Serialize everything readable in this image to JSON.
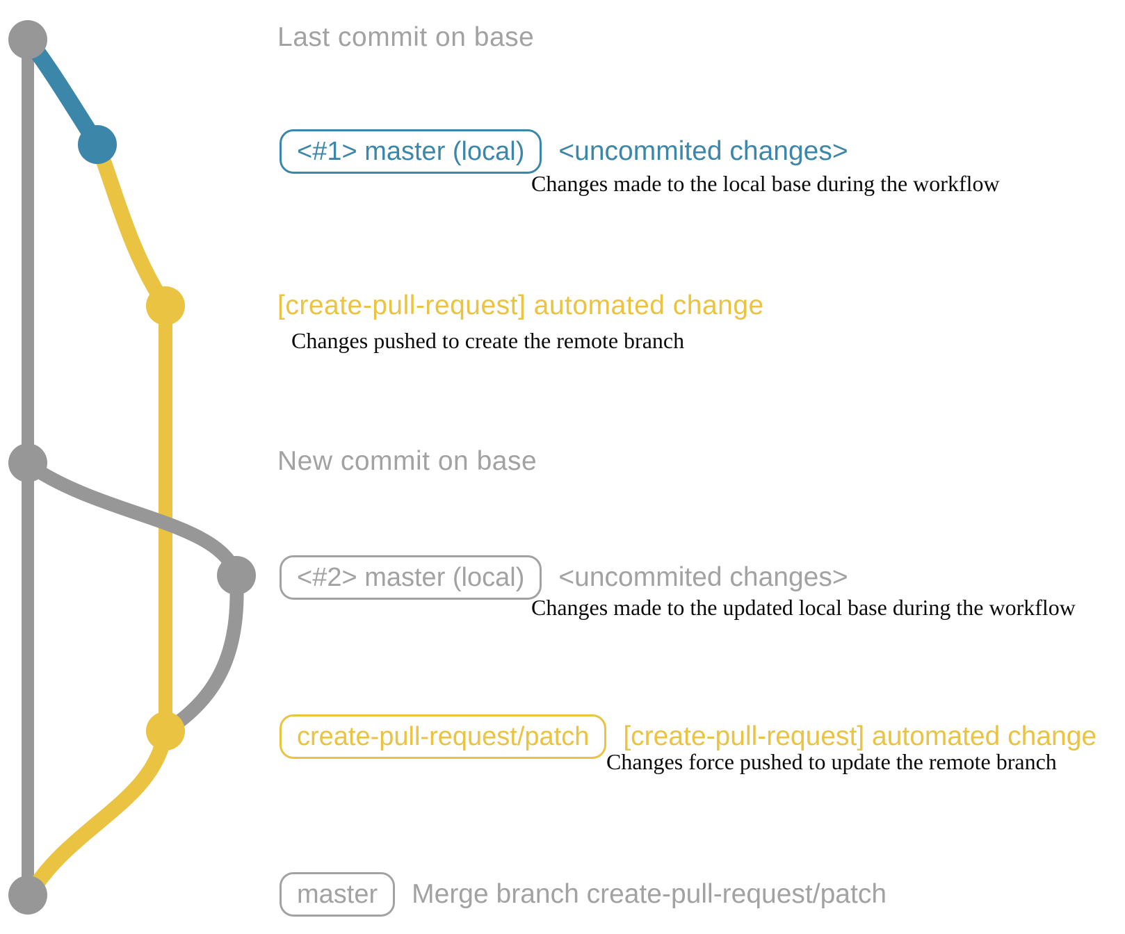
{
  "colors": {
    "graph_gray": "#979797",
    "text_gray": "#a2a2a2",
    "blue": "#3c87a9",
    "yellow": "#e9c341",
    "description_black": "#0b0b0b"
  },
  "annotations": {
    "last_commit_heading": "Last commit on base",
    "local1": {
      "branch_label": "<#1> master (local)",
      "status": "<uncommited changes>",
      "description": "Changes made to the local base during the workflow"
    },
    "remote1": {
      "commit_message": "[create-pull-request] automated change",
      "description": "Changes pushed to create the remote branch"
    },
    "new_commit_heading": "New commit on base",
    "local2": {
      "branch_label": "<#2> master (local)",
      "status": "<uncommited changes>",
      "description": "Changes made to the updated local base during the workflow"
    },
    "remote2": {
      "branch_label": "create-pull-request/patch",
      "commit_message": "[create-pull-request] automated change",
      "description": "Changes force pushed to update the remote branch"
    },
    "merge": {
      "branch_label": "master",
      "commit_message": "Merge branch create-pull-request/patch"
    }
  }
}
